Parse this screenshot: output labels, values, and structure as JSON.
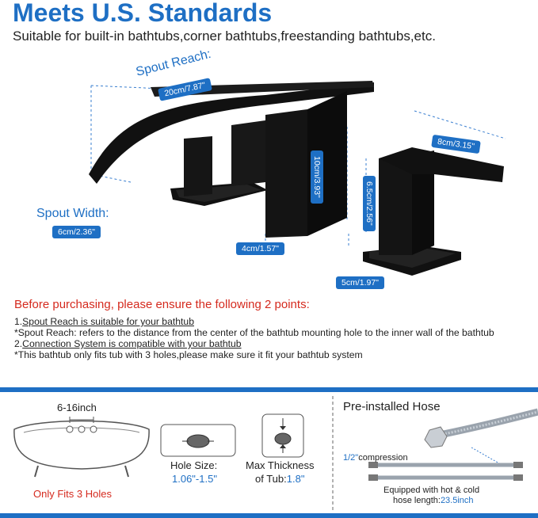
{
  "header": {
    "title": "Meets U.S. Standards",
    "subtitle": "Suitable for built-in bathtubs,corner bathtubs,freestanding bathtubs,etc."
  },
  "dimensions": {
    "spout_reach_label": "Spout Reach:",
    "spout_reach_value": "20cm/7.87\"",
    "spout_width_label": "Spout Width:",
    "spout_width_value": "6cm/2.36\"",
    "body_height": "10cm/3.93\"",
    "body_width": "4cm/1.57\"",
    "handle_length": "8cm/3.15\"",
    "handle_height": "6.5cm/2.56\"",
    "handle_base": "5cm/1.97\""
  },
  "notes": {
    "warning": "Before purchasing, please ensure the following 2 points:",
    "point1_num": "1.",
    "point1": "Spout Reach is suitable for your bathtub",
    "point1_detail": "*Spout Reach: refers to the distance from the center of the bathtub mounting hole to the inner wall of the bathtub",
    "point2_num": "2.",
    "point2": "Connection System is compatible with your bathtub",
    "point2_detail": "*This bathtub only fits tub with 3 holes,please make sure it fit your bathtub system"
  },
  "bottom": {
    "tub_spacing": "6-16inch",
    "tub_caption": "Only Fits 3 Holes",
    "hole_size_label": "Hole Size:",
    "hole_size_value": "1.06\"-1.5\"",
    "thickness_label": "Max Thickness",
    "thickness_label2": "of Tub:",
    "thickness_value": "1.8\"",
    "hose_title": "Pre-installed Hose",
    "hose_size": "1/2\"",
    "hose_compression": "compression",
    "hose_desc1": "Equipped with hot & cold",
    "hose_desc2": "hose length:",
    "hose_length": "23.5inch"
  },
  "colors": {
    "accent": "#1e6fc4",
    "warning": "#d52a1e",
    "product": "#111111"
  }
}
